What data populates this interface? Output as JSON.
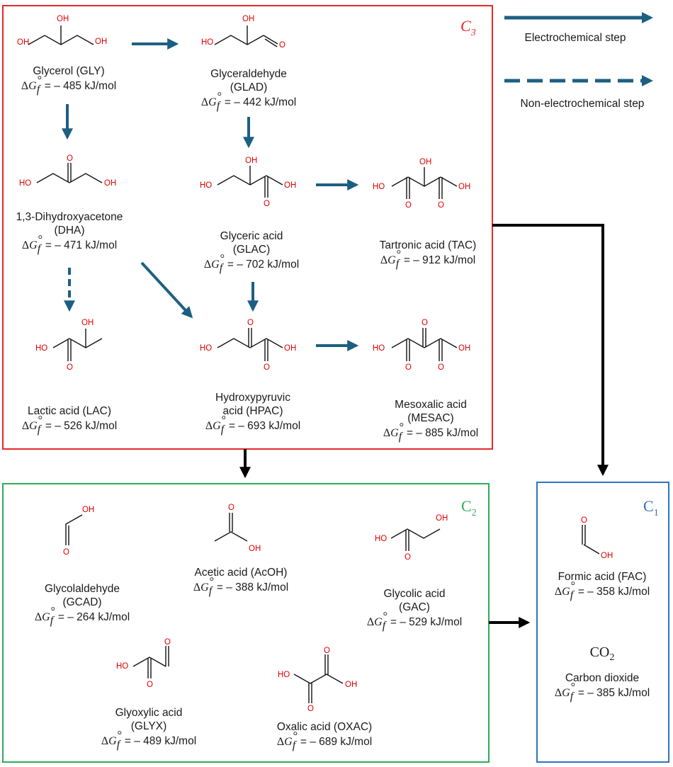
{
  "colors": {
    "c3_box": "#e8272a",
    "c2_box": "#2eac57",
    "c1_box": "#2f73bf",
    "electro_arrow": "#1d5f82",
    "flow_arrow": "#000000",
    "heteroatom": "#e00000"
  },
  "legend": {
    "electrochemical": "Electrochemical step",
    "non_electrochemical": "Non-electrochemical step"
  },
  "boxes": {
    "c3": {
      "title_base": "C",
      "title_sub": "3"
    },
    "c2": {
      "title_base": "C",
      "title_sub": "2"
    },
    "c1": {
      "title_base": "C",
      "title_sub": "1"
    }
  },
  "dg_symbol": {
    "delta": "Δ",
    "G": "G",
    "sup": "°",
    "sub": "f",
    "eq": " = – "
  },
  "unit": " kJ/mol",
  "atoms": {
    "oh": "OH",
    "ho": "HO",
    "o": "O"
  },
  "compounds": {
    "gly": {
      "name": [
        "Glycerol (GLY)"
      ],
      "dg": "485"
    },
    "glad": {
      "name": [
        "Glyceraldehyde",
        "(GLAD)"
      ],
      "dg": "442"
    },
    "dha": {
      "name": [
        "1,3-Dihydroxyacetone",
        "(DHA)"
      ],
      "dg": "471"
    },
    "glac": {
      "name": [
        "Glyceric acid",
        "(GLAC)"
      ],
      "dg": "702"
    },
    "tac": {
      "name": [
        "Tartronic acid (TAC)"
      ],
      "dg": "912"
    },
    "lac": {
      "name": [
        "Lactic acid (LAC)"
      ],
      "dg": "526"
    },
    "hpac": {
      "name": [
        "Hydroxypyruvic",
        "acid (HPAC)"
      ],
      "dg": "693"
    },
    "mesac": {
      "name": [
        "Mesoxalic acid",
        "(MESAC)"
      ],
      "dg": "885"
    },
    "gcad": {
      "name": [
        "Glycolaldehyde",
        "(GCAD)"
      ],
      "dg": "264"
    },
    "acoh": {
      "name": [
        "Acetic acid (AcOH)"
      ],
      "dg": "388"
    },
    "gac": {
      "name": [
        "Glycolic acid",
        "(GAC)"
      ],
      "dg": "529"
    },
    "glyx": {
      "name": [
        "Glyoxylic acid",
        "(GLYX)"
      ],
      "dg": "489"
    },
    "oxac": {
      "name": [
        "Oxalic acid (OXAC)"
      ],
      "dg": "689"
    },
    "fac": {
      "name": [
        "Formic acid (FAC)"
      ],
      "dg": "358"
    },
    "co2": {
      "name": [
        "Carbon dioxide"
      ],
      "formula_base": "CO",
      "formula_sub": "2",
      "dg": "385"
    }
  }
}
